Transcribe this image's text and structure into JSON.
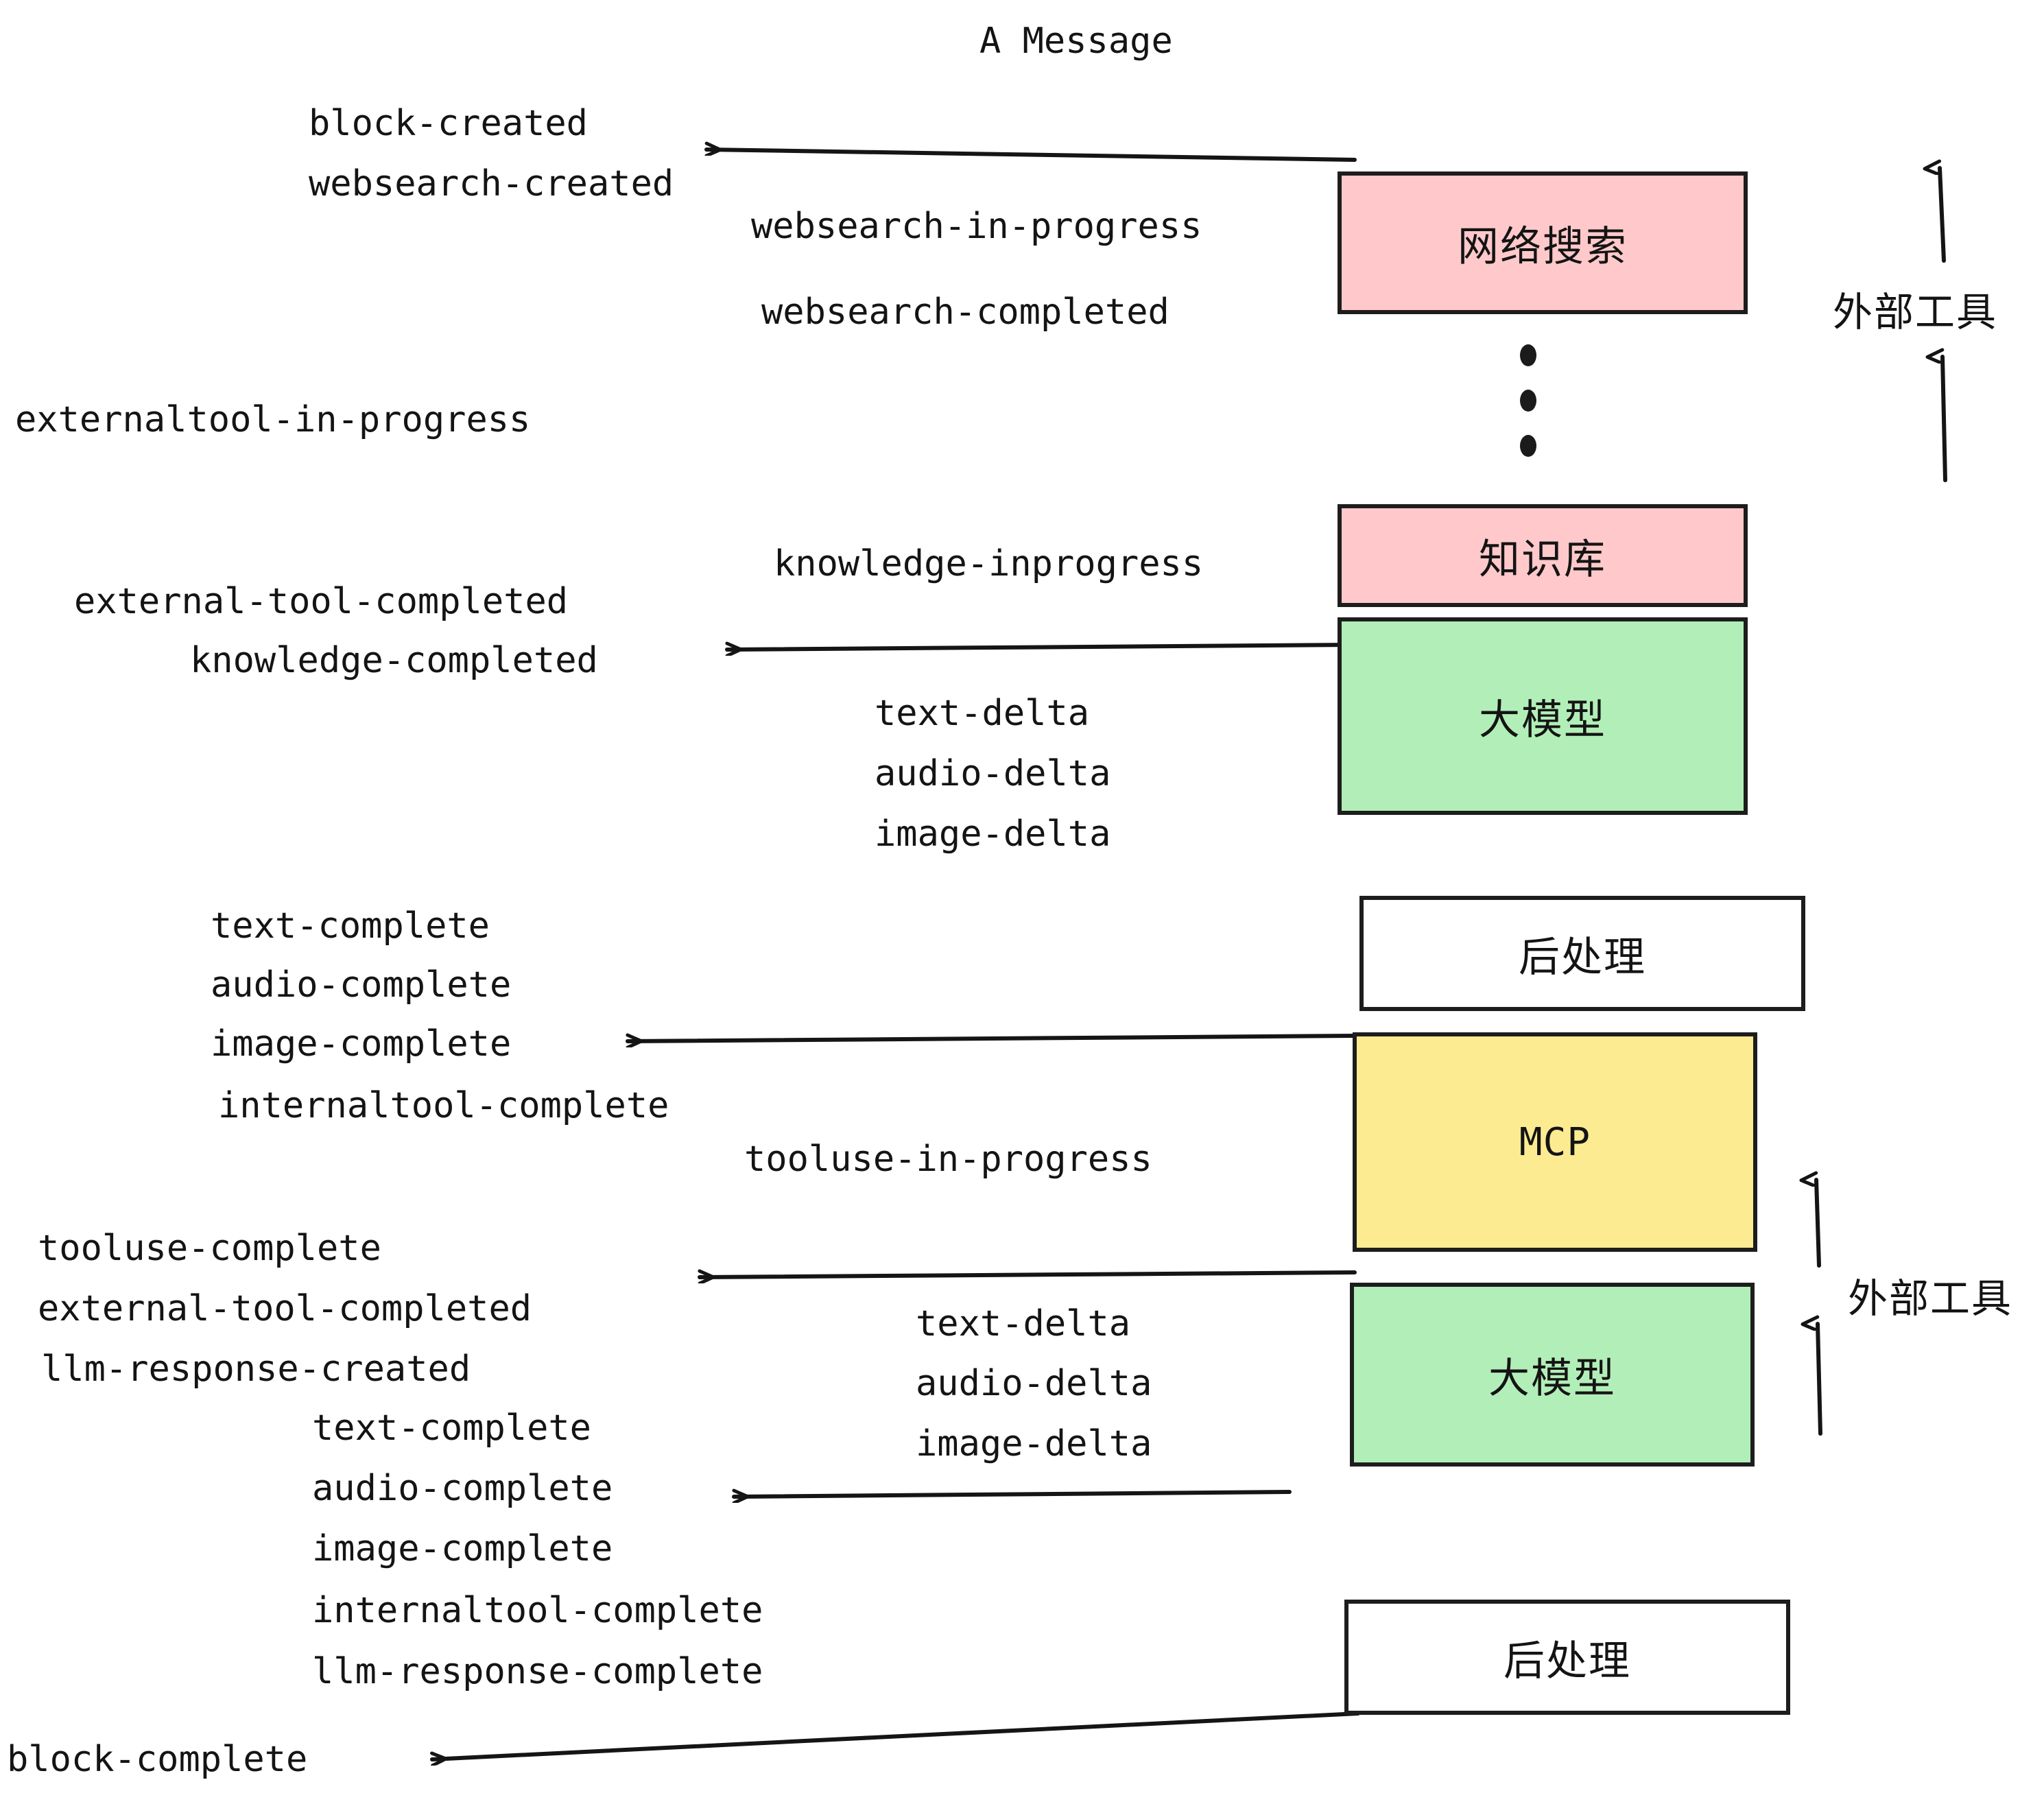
{
  "diagram": {
    "title": "A Message",
    "colors": {
      "pink": "#FFC9CB",
      "green": "#B2EFB8",
      "yellow": "#FDEB92",
      "white": "#FFFFFF",
      "stroke": "#1D1D1D",
      "text": "#141414"
    },
    "nodes": [
      {
        "id": "websearch",
        "label": "网络搜索",
        "fill": "pink"
      },
      {
        "id": "knowledgebase",
        "label": "知识库",
        "fill": "pink"
      },
      {
        "id": "llm-1",
        "label": "大模型",
        "fill": "green"
      },
      {
        "id": "postprocess-1",
        "label": "后处理",
        "fill": "white"
      },
      {
        "id": "mcp",
        "label": "MCP",
        "fill": "yellow"
      },
      {
        "id": "llm-2",
        "label": "大模型",
        "fill": "green"
      },
      {
        "id": "postprocess-2",
        "label": "后处理",
        "fill": "white"
      }
    ],
    "side_labels": [
      {
        "id": "external-tools-top",
        "text": "外部工具"
      },
      {
        "id": "external-tools-bottom",
        "text": "外部工具"
      }
    ],
    "events": [
      {
        "id": "e01",
        "text": "block-created"
      },
      {
        "id": "e02",
        "text": "websearch-created"
      },
      {
        "id": "e03",
        "text": "websearch-in-progress"
      },
      {
        "id": "e04",
        "text": "websearch-completed"
      },
      {
        "id": "e05",
        "text": "externaltool-in-progress"
      },
      {
        "id": "e06",
        "text": "knowledge-inprogress"
      },
      {
        "id": "e07",
        "text": "external-tool-completed"
      },
      {
        "id": "e08",
        "text": "knowledge-completed"
      },
      {
        "id": "e09",
        "text": "text-delta"
      },
      {
        "id": "e10",
        "text": "audio-delta"
      },
      {
        "id": "e11",
        "text": "image-delta"
      },
      {
        "id": "e12",
        "text": "text-complete"
      },
      {
        "id": "e13",
        "text": "audio-complete"
      },
      {
        "id": "e14",
        "text": "image-complete"
      },
      {
        "id": "e15",
        "text": "internaltool-complete"
      },
      {
        "id": "e16",
        "text": "tooluse-in-progress"
      },
      {
        "id": "e17",
        "text": "tooluse-complete"
      },
      {
        "id": "e18",
        "text": "external-tool-completed"
      },
      {
        "id": "e19",
        "text": "llm-response-created"
      },
      {
        "id": "e20",
        "text": "text-complete"
      },
      {
        "id": "e21",
        "text": "audio-complete"
      },
      {
        "id": "e22",
        "text": "image-complete"
      },
      {
        "id": "e23",
        "text": "internaltool-complete"
      },
      {
        "id": "e24",
        "text": "llm-response-complete"
      },
      {
        "id": "e25",
        "text": "text-delta"
      },
      {
        "id": "e26",
        "text": "audio-delta"
      },
      {
        "id": "e27",
        "text": "image-delta"
      },
      {
        "id": "e28",
        "text": "block-complete"
      }
    ],
    "ellipsis_dots": 3
  }
}
